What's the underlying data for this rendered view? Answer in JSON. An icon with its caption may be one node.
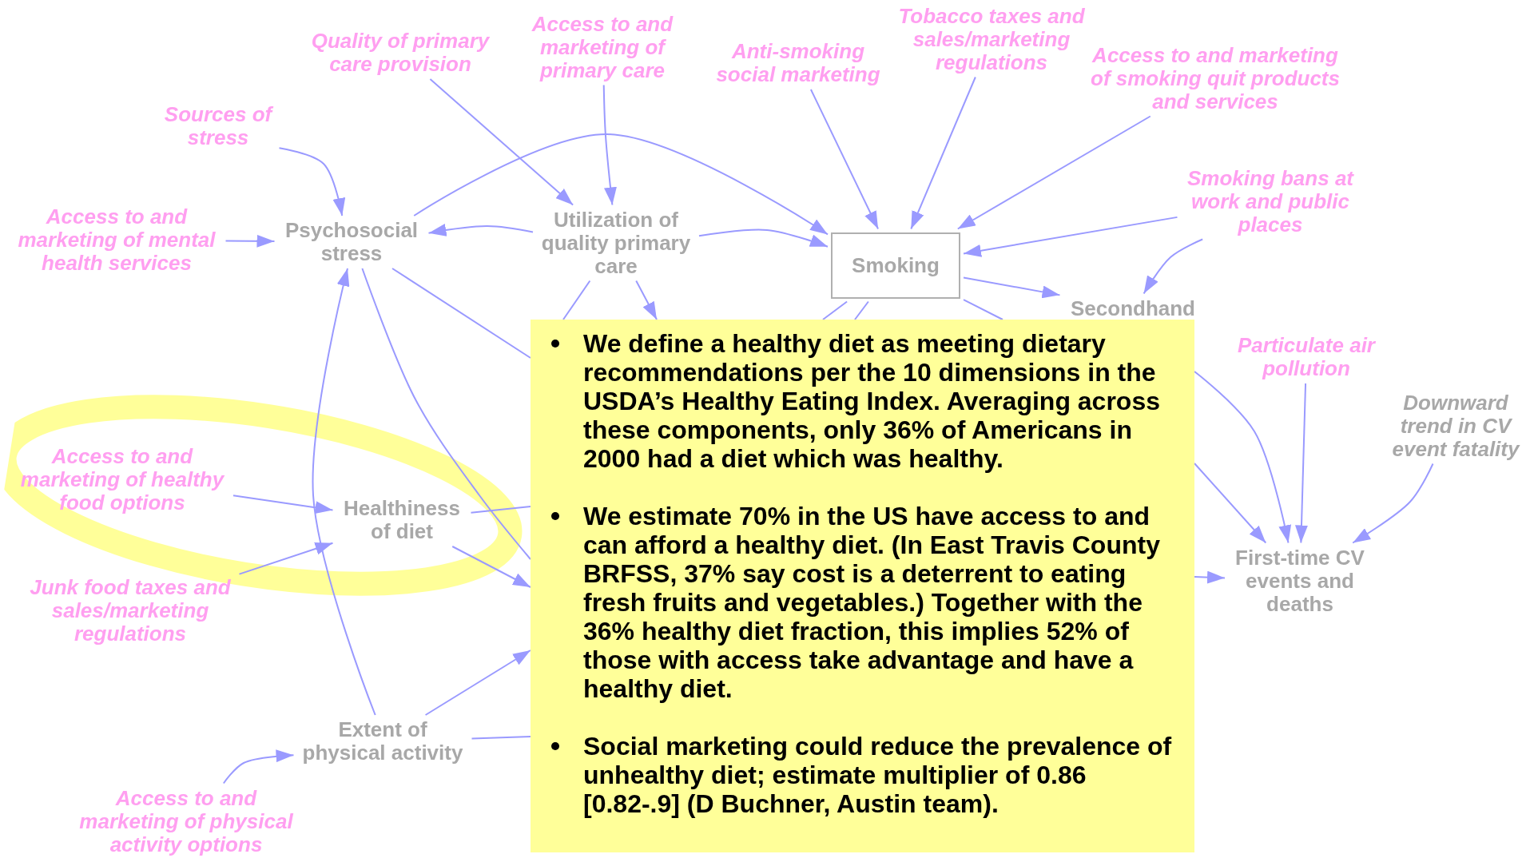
{
  "diagram": {
    "nodes": [
      {
        "text": [
          "Quality of primary care provision"
        ]
      },
      {
        "text": [
          "Access to and marketing of primary care"
        ]
      },
      {
        "text": [
          "Anti-smoking social marketing"
        ]
      },
      {
        "text": [
          "Tobacco taxes and sales/marketing regulations"
        ]
      },
      {
        "text": [
          "Access to and marketing of smoking quit products and services"
        ]
      },
      {
        "text": [
          "Sources of stress"
        ]
      },
      {
        "text": [
          "Access to and marketing of mental health services"
        ]
      },
      {
        "text": [
          "Psychosocial stress"
        ]
      },
      {
        "text": [
          "Utilization of quality primary care"
        ]
      },
      {
        "text": [
          "Smoking"
        ]
      },
      {
        "text": [
          "Smoking bans at work and public places"
        ]
      },
      {
        "text": [
          "Secondhand"
        ]
      },
      {
        "text": [
          "Particulate air pollution"
        ]
      },
      {
        "text": [
          "Downward trend in CV event fatality"
        ]
      },
      {
        "text": [
          "First-time CV events and deaths"
        ]
      },
      {
        "text": [
          "Access to and marketing of healthy food options"
        ]
      },
      {
        "text": [
          "Healthiness of diet"
        ]
      },
      {
        "text": [
          "Junk food taxes and sales/marketing regulations"
        ]
      },
      {
        "text": [
          "Extent of physical activity"
        ]
      },
      {
        "text": [
          "Access to and marketing of physical activity options"
        ]
      },
      {
        "text": [
          "We define a healthy diet as meeting dietary recommendations per the 10 dimensions in the USDA’s Healthy Eating Index. Averaging across these components, only 36% of Americans in 2000 had a diet which was healthy.",
          "We estimate 70% in the US have access to and can afford a healthy diet. (In East Travis County BRFSS, 37% say cost is a deterrent to eating fresh fruits and vegetables.) Together with the 36% healthy diet fraction, this implies 52% of those with access take advantage and have a healthy diet.",
          "Social marketing could reduce the prevalence of unhealthy diet; estimate multiplier of 0.86 [0.82-.9] (D Buchner, Austin team)."
        ]
      }
    ],
    "edges": [
      {
        "from": 5,
        "to": 7,
        "arrow": "to"
      },
      {
        "from": 6,
        "to": 7,
        "arrow": "to"
      },
      {
        "from": 8,
        "to": 7,
        "arrow": "to"
      },
      {
        "from": 7,
        "to": 9,
        "arrow": "to"
      },
      {
        "from": 0,
        "to": 8,
        "arrow": "to"
      },
      {
        "from": 1,
        "to": 8,
        "arrow": "to"
      },
      {
        "from": 8,
        "to": 9,
        "arrow": "to"
      },
      {
        "from": 2,
        "to": 9,
        "arrow": "to"
      },
      {
        "from": 3,
        "to": 9,
        "arrow": "to"
      },
      {
        "from": 4,
        "to": 9,
        "arrow": "to"
      },
      {
        "from": 10,
        "to": 9,
        "arrow": "to"
      },
      {
        "from": 10,
        "to": 11,
        "arrow": "to"
      },
      {
        "from": 9,
        "to": 11,
        "arrow": "to"
      },
      {
        "from": 7,
        "to": 20,
        "arrow": "none"
      },
      {
        "from": 7,
        "to": 20,
        "arrow": "none"
      },
      {
        "from": 8,
        "to": 20,
        "arrow": "none"
      },
      {
        "from": 8,
        "to": 20,
        "arrow": "to"
      },
      {
        "from": 9,
        "to": 20,
        "arrow": "none"
      },
      {
        "from": 9,
        "to": 20,
        "arrow": "none"
      },
      {
        "from": 9,
        "to": 20,
        "arrow": "none"
      },
      {
        "from": 15,
        "to": 16,
        "arrow": "to"
      },
      {
        "from": 17,
        "to": 16,
        "arrow": "to"
      },
      {
        "from": 16,
        "to": 20,
        "arrow": "none"
      },
      {
        "from": 16,
        "to": 20,
        "arrow": "to"
      },
      {
        "from": 18,
        "to": 7,
        "arrow": "to"
      },
      {
        "from": 18,
        "to": 20,
        "arrow": "to"
      },
      {
        "from": 18,
        "to": 20,
        "arrow": "none"
      },
      {
        "from": 19,
        "to": 18,
        "arrow": "to"
      },
      {
        "from": 20,
        "to": 14,
        "arrow": "to"
      },
      {
        "from": 20,
        "to": 14,
        "arrow": "to"
      },
      {
        "from": 12,
        "to": 14,
        "arrow": "to"
      },
      {
        "from": 13,
        "to": 14,
        "arrow": "to"
      },
      {
        "from": 20,
        "to": 14,
        "arrow": "to"
      }
    ]
  }
}
